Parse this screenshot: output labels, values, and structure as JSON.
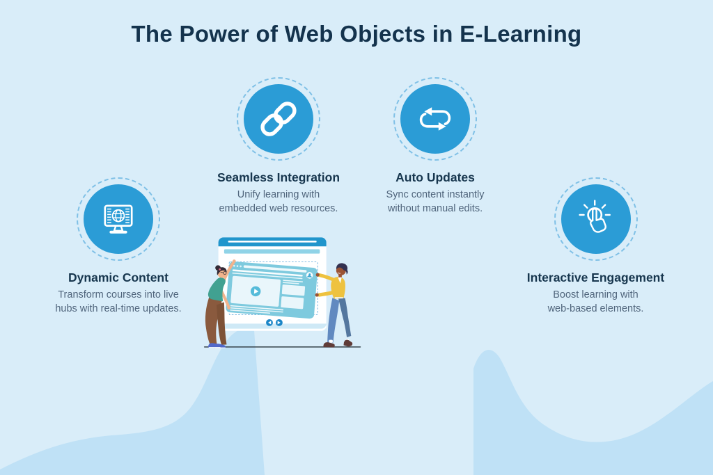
{
  "title": "The Power of Web Objects in E-Learning",
  "features": [
    {
      "id": "seamless-integration",
      "title": "Seamless Integration",
      "desc": [
        "Unify learning with",
        "embedded web resources."
      ],
      "icon": "chain-link-icon"
    },
    {
      "id": "auto-updates",
      "title": "Auto Updates",
      "desc": [
        "Sync content instantly",
        "without manual edits."
      ],
      "icon": "sync-arrows-icon"
    },
    {
      "id": "dynamic-content",
      "title": "Dynamic Content",
      "desc": [
        "Transform courses into live",
        "hubs with real-time updates."
      ],
      "icon": "monitor-globe-icon"
    },
    {
      "id": "interactive-engagement",
      "title": "Interactive Engagement",
      "desc": [
        "Boost learning with",
        "web-based elements."
      ],
      "icon": "tap-click-icon"
    }
  ],
  "illustration": {
    "description": "Two people carrying an embedded web-object browser card out of a larger slide window",
    "icons": [
      "browser-dots-icon",
      "user-avatar-icon",
      "play-button-icon",
      "prev-arrow-icon",
      "next-arrow-icon"
    ]
  },
  "colors": {
    "background": "#d9edf9",
    "wave": "#bfe1f6",
    "icon_circle": "#2b9cd6",
    "icon_ring": "#7fc0e6",
    "heading_text": "#17364e",
    "body_text": "#50657c",
    "slide_top_bar": "#2095cc",
    "web_card": "#7ecade",
    "play_button": "#55bbd9",
    "nav_arrow": "#1b86c7"
  }
}
